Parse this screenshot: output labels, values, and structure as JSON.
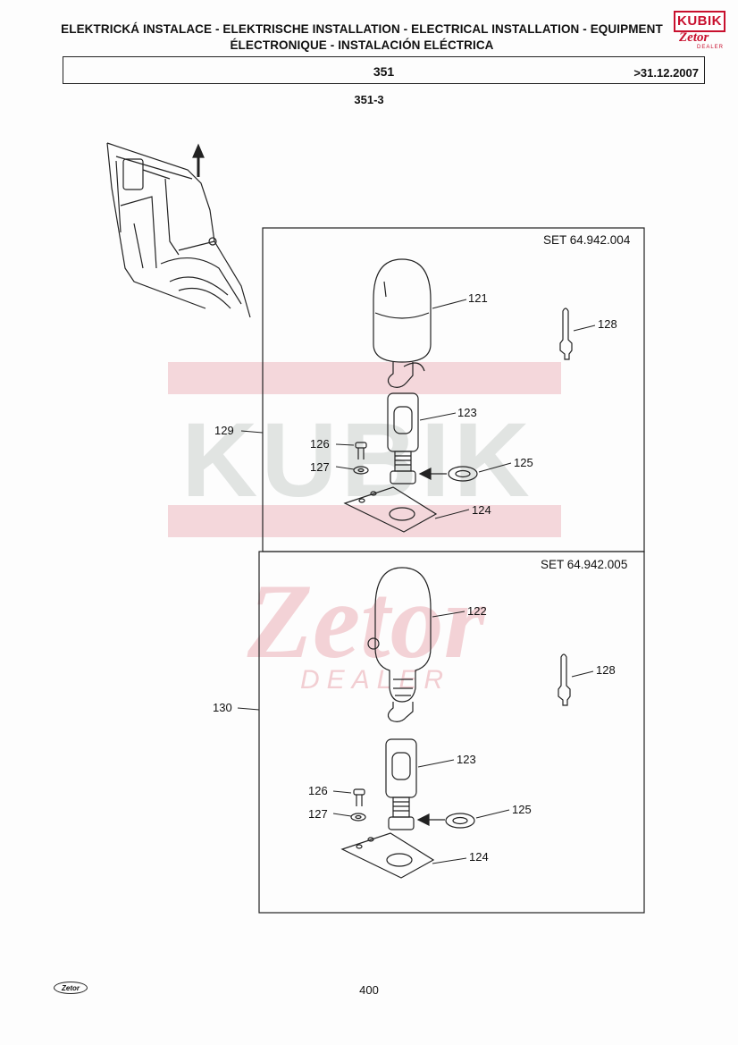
{
  "header": {
    "title_line1": "ELEKTRICKÁ INSTALACE - ELEKTRISCHE INSTALLATION - ELECTRICAL INSTALLATION - EQUIPMENT",
    "title_line2": "ÉLECTRONIQUE - INSTALACIÓN ELÉCTRICA",
    "section": "351",
    "date": ">31.12.2007",
    "subsection": "351-3"
  },
  "logo": {
    "kubik": "KUBIK",
    "zetor": "Zetor",
    "dealer": "DEALER"
  },
  "watermark": {
    "kubik": "KUBIK",
    "zetor": "Zetor",
    "dealer": "DEALER"
  },
  "sets": [
    {
      "name": "SET 64.942.004",
      "ref": "129",
      "parts": {
        "lamp": "121",
        "holder": "123",
        "bolt": "126",
        "washer_small": "127",
        "lock_washer": "125",
        "plate": "124",
        "bulb": "128"
      }
    },
    {
      "name": "SET 64.942.005",
      "ref": "130",
      "parts": {
        "lamp": "122",
        "holder": "123",
        "bolt": "126",
        "washer_small": "127",
        "lock_washer": "125",
        "plate": "124",
        "bulb": "128"
      }
    }
  ],
  "footer": {
    "page_number": "400",
    "logo_text": "Zetor"
  }
}
